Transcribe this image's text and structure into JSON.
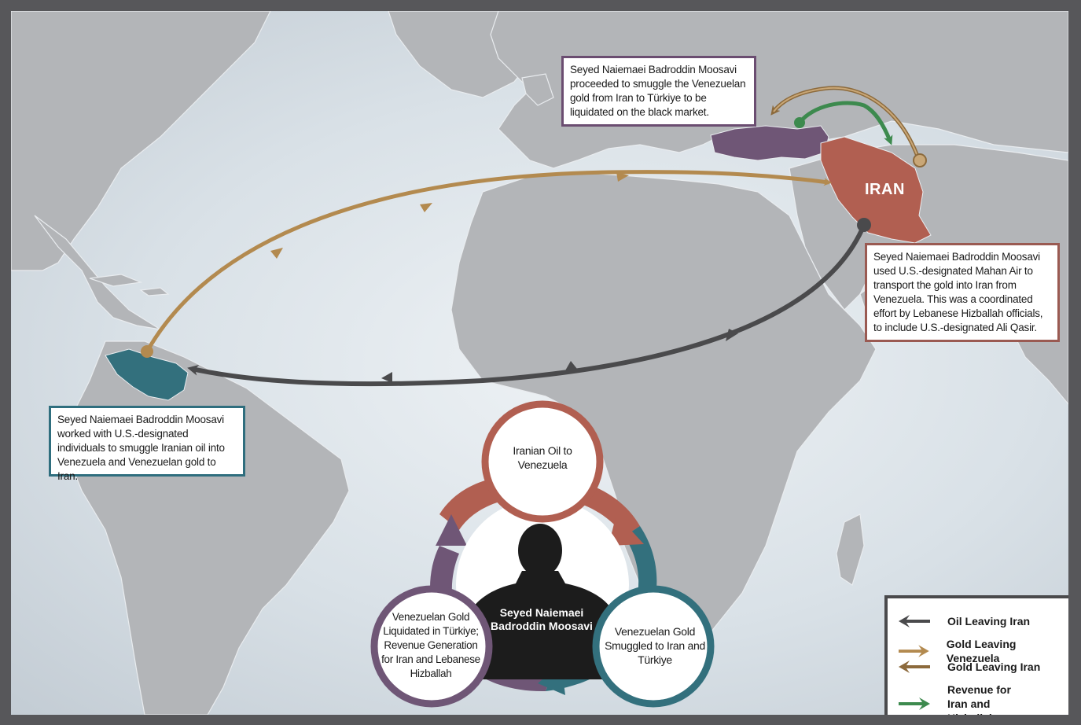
{
  "colors": {
    "oil_iran": "#4a4a4c",
    "gold_venezuela": "#b38a4f",
    "gold_iran": "#8c6a3c",
    "revenue": "#3d8a4e",
    "iran_fill": "#b15f51",
    "turkey_fill": "#6f5676",
    "venezuela_fill": "#33707d",
    "land": "#b3b5b8"
  },
  "callouts": {
    "turkey": "Seyed Naiemaei Badroddin Moosavi proceeded to  smuggle the Venezuelan gold from Iran to Türkiye to be liquidated on the black market.",
    "iran": "Seyed Naiemaei Badroddin Moosavi used U.S.-designated Mahan Air to transport the gold into Iran from Venezuela.  This was a coordinated effort by Lebanese Hizballah officials, to include U.S.-designated Ali Qasir.",
    "venezuela": "Seyed Naiemaei Badroddin Moosavi worked with U.S.-designated individuals to smuggle Iranian oil into  Venezuela and Venezuelan gold to Iran."
  },
  "map_labels": {
    "iran": "IRAN"
  },
  "cycle": {
    "center": "Seyed Naiemaei Badroddin Moosavi",
    "steps": [
      "Iranian Oil to Venezuela",
      "Venezuelan Gold Smuggled to Iran and Türkiye",
      "Venezuelan Gold Liquidated in Türkiye; Revenue Generation for Iran and Lebanese Hizballah"
    ]
  },
  "legend": [
    {
      "label": "Oil Leaving Iran",
      "icon": "dark-arrow-left-icon"
    },
    {
      "label": "Gold Leaving Venezuela",
      "icon": "tan-arrow-right-icon"
    },
    {
      "label": "Gold Leaving Iran",
      "icon": "brown-arrow-left-icon"
    },
    {
      "label": "Revenue for Iran and Hizballah",
      "icon": "green-arrow-right-icon"
    }
  ]
}
